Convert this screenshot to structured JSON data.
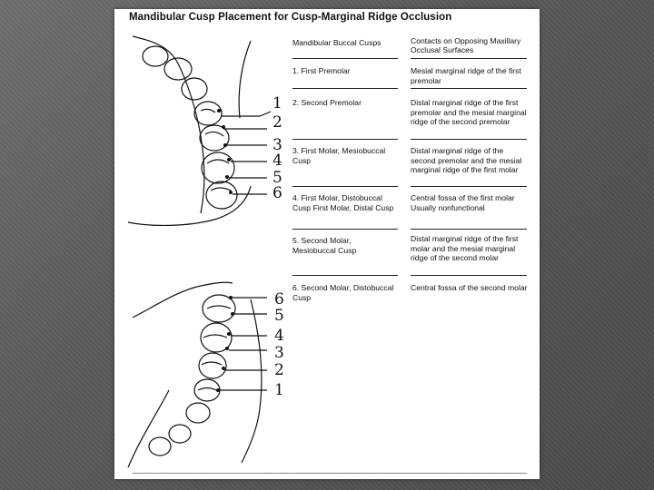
{
  "slide": {
    "title": "Mandibular Cusp Placement for Cusp-Marginal Ridge Occlusion",
    "table": {
      "header_left": "Mandibular Buccal Cusps",
      "header_right": "Contacts on Opposing Maxillary Occlusal Surfaces",
      "rows": [
        {
          "left": "1.  First Premolar",
          "right": "Mesial marginal ridge of the first premolar"
        },
        {
          "left": "2.  Second Premolar",
          "right": "Distal marginal ridge of the first premolar and the mesial marginal ridge of the second premolar"
        },
        {
          "left": "3.  First Molar, Mesiobuccal Cusp",
          "right": "Distal marginal ridge of the second premolar and the mesial marginal ridge of the first molar"
        },
        {
          "left": "4.  First Molar, Distobuccal Cusp First Molar, Distal Cusp",
          "right": "Central fossa of the first molar Usually nonfunctional"
        },
        {
          "left": "5.  Second Molar, Mesiobuccal Cusp",
          "right": "Distal marginal ridge of the first molar and the mesial marginal ridge of the second molar"
        },
        {
          "left": "6.  Second Molar, Distobuccal Cusp",
          "right": "Central fossa of the second molar"
        }
      ]
    },
    "upper_labels": [
      "1",
      "2",
      "3",
      "4",
      "5",
      "6"
    ],
    "lower_labels": [
      "6",
      "5",
      "4",
      "3",
      "2",
      "1"
    ]
  }
}
